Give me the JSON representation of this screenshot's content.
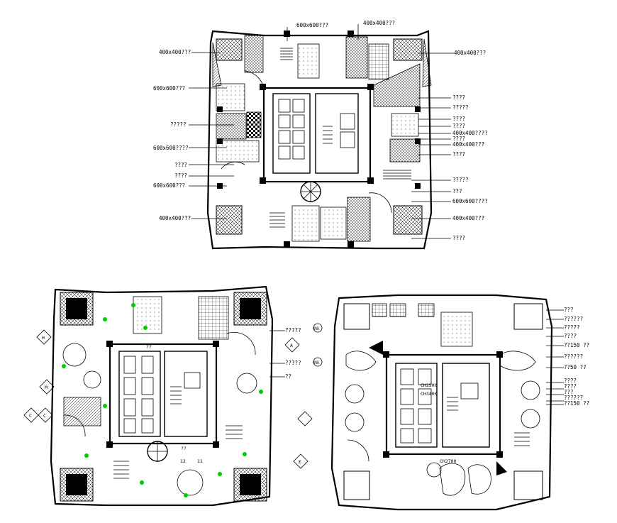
{
  "plan_top": {
    "left_labels": [
      "400x400???",
      "600x600???",
      "?????",
      "600x600????",
      "????",
      "????",
      "600x600???",
      "400x400???"
    ],
    "top_labels": [
      "600x600???",
      "400x400???"
    ],
    "right_labels": [
      "400x400???",
      "????",
      "?????",
      "????",
      "????",
      "400x400????",
      "????",
      "400x400???",
      "????",
      "?????",
      "???",
      "600x600????",
      "400x400???",
      "????"
    ]
  },
  "plan_left": {
    "right_labels": [
      "?????",
      "?????",
      "??"
    ],
    "inner_labels": [
      "??",
      "??",
      "12",
      "11"
    ],
    "elevation_markers": [
      "H",
      "M",
      "C",
      "C",
      "A",
      "E"
    ]
  },
  "plan_right": {
    "right_labels": [
      "???",
      "??????",
      "?????",
      "????",
      "??150 ??",
      "??????",
      "??50 ??",
      "????",
      "????",
      "???",
      "??????",
      "??150 ??"
    ],
    "inner_labels": [
      "CH2700",
      "CH2500",
      "CH3400"
    ],
    "markers": [
      "08",
      "08"
    ]
  },
  "colors": {
    "line": "#000000",
    "background": "#ffffff",
    "marker_dot": "#00cc00"
  }
}
